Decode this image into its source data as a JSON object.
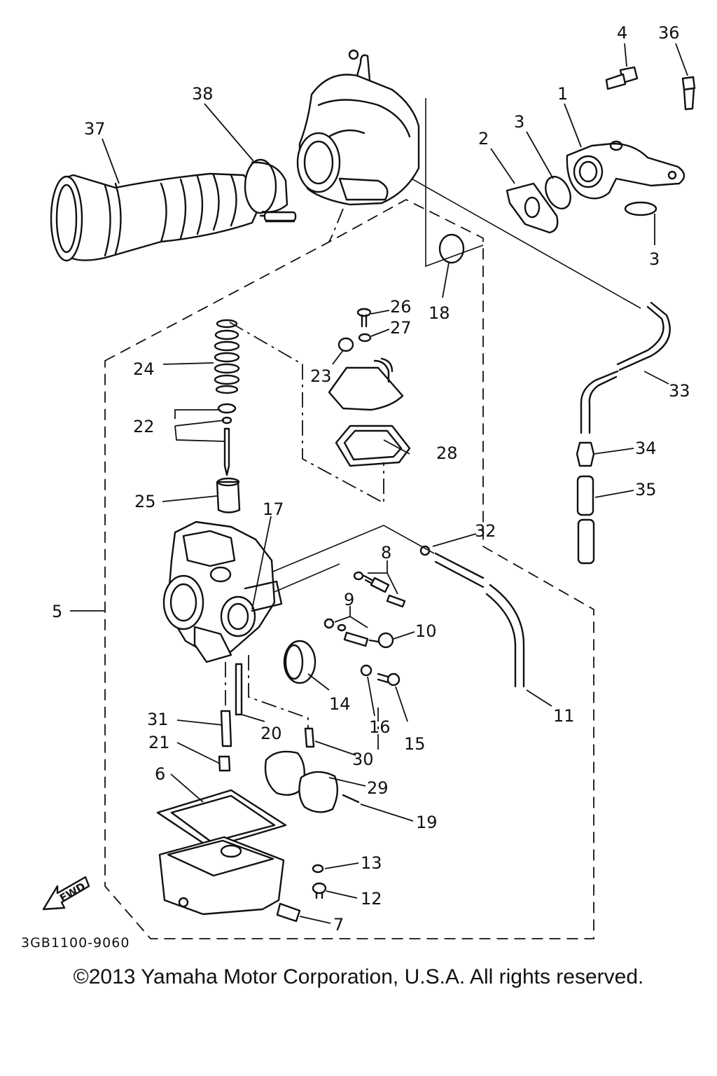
{
  "diagram": {
    "drawing_code": "3GB1100-9060",
    "fwd_label": "FWD",
    "callouts": [
      "4",
      "36",
      "38",
      "37",
      "1",
      "3",
      "2",
      "3",
      "3",
      "18",
      "26",
      "27",
      "23",
      "24",
      "22",
      "28",
      "33",
      "34",
      "35",
      "25",
      "17",
      "32",
      "8",
      "5",
      "9",
      "10",
      "14",
      "16",
      "15",
      "11",
      "31",
      "20",
      "21",
      "30",
      "6",
      "29",
      "19",
      "13",
      "12",
      "7"
    ]
  },
  "footer": {
    "copyright": "©2013 Yamaha Motor Corporation, U.S.A. All rights reserved."
  }
}
